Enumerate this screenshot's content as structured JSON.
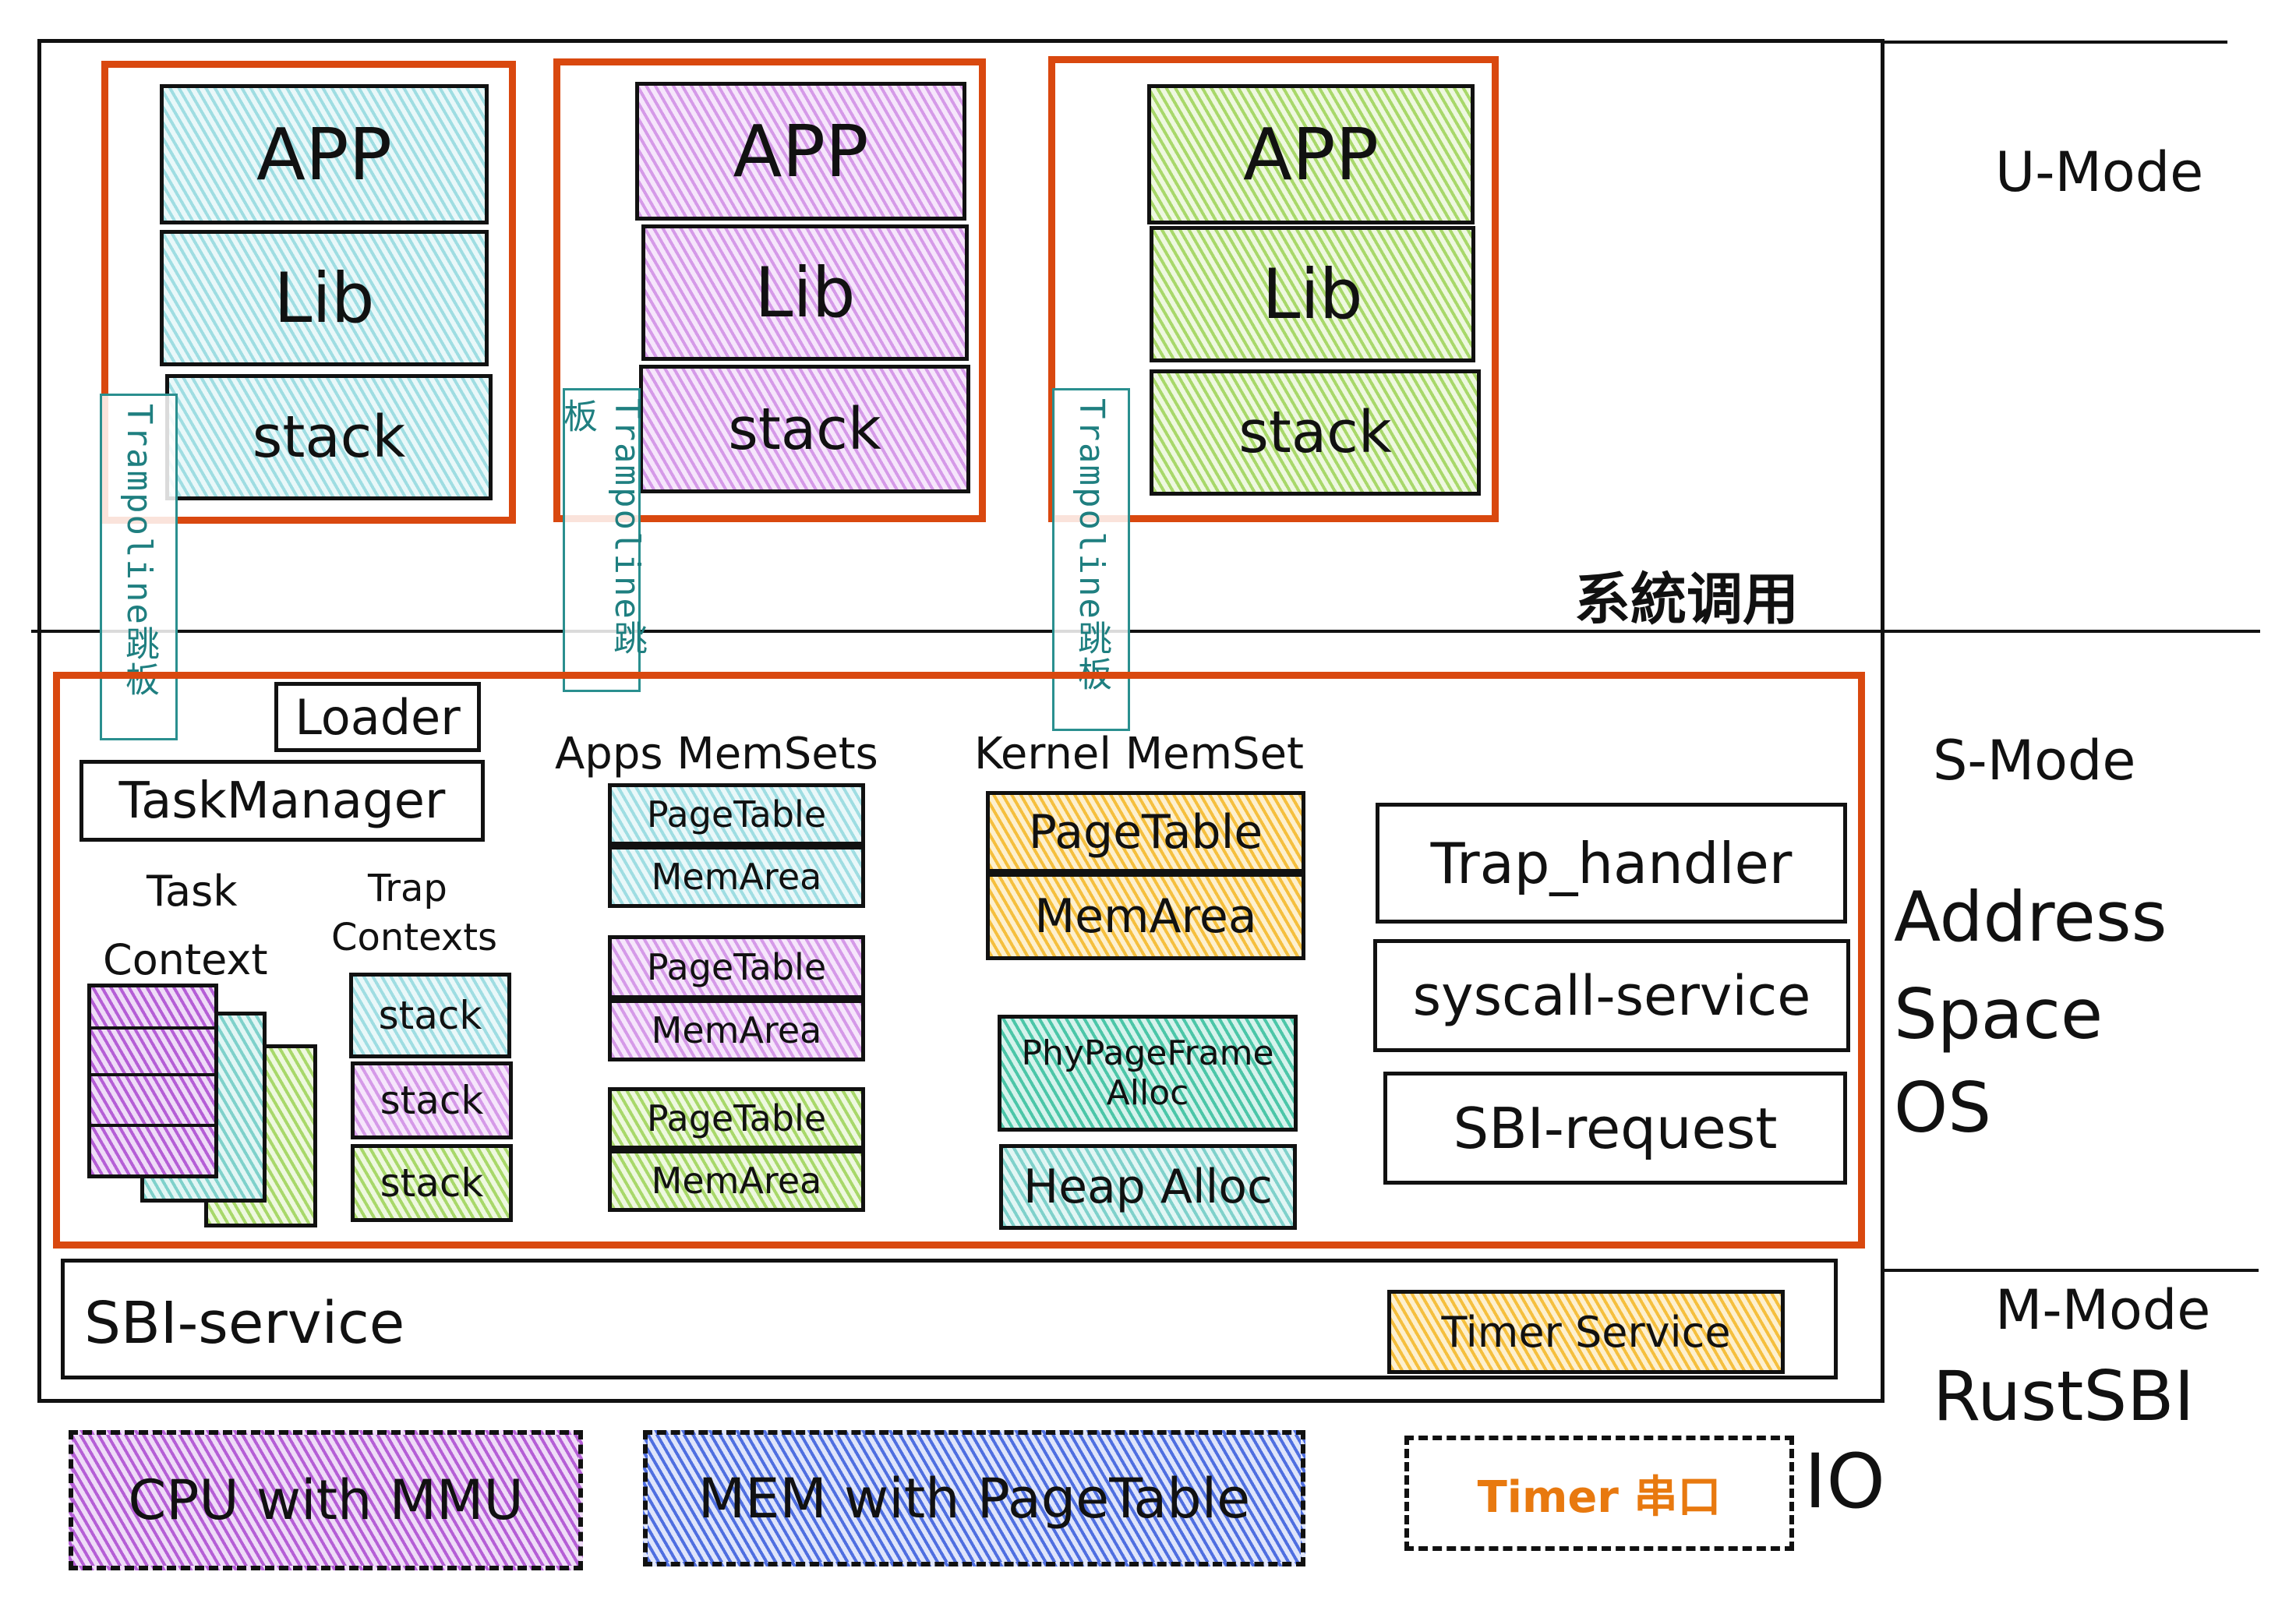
{
  "u_mode": {
    "label": "U-Mode",
    "syscall_label": "系統调用",
    "apps": [
      {
        "app": "APP",
        "lib": "Lib",
        "stack": "stack",
        "trampoline": "Trampoline跳板"
      },
      {
        "app": "APP",
        "lib": "Lib",
        "stack": "stack",
        "trampoline": "Trampoline跳板"
      },
      {
        "app": "APP",
        "lib": "Lib",
        "stack": "stack",
        "trampoline": "Trampoline跳板"
      }
    ]
  },
  "s_mode": {
    "label": "S-Mode",
    "os_label_1": "Address",
    "os_label_2": "Space",
    "os_label_3": "OS",
    "loader": "Loader",
    "task_manager": "TaskManager",
    "task_context_1": "Task",
    "task_context_2": "Context",
    "trap_contexts_1": "Trap",
    "trap_contexts_2": "Contexts",
    "trap_stacks": [
      "stack",
      "stack",
      "stack"
    ],
    "apps_memsets": {
      "title": "Apps MemSets",
      "sets": [
        {
          "page_table": "PageTable",
          "mem_area": "MemArea"
        },
        {
          "page_table": "PageTable",
          "mem_area": "MemArea"
        },
        {
          "page_table": "PageTable",
          "mem_area": "MemArea"
        }
      ]
    },
    "kernel_memset": {
      "title": "Kernel MemSet",
      "page_table": "PageTable",
      "mem_area": "MemArea"
    },
    "phy_page_frame_1": "PhyPageFrame",
    "phy_page_frame_2": "Alloc",
    "heap_alloc": "Heap Alloc",
    "services": [
      "Trap_handler",
      "syscall-service",
      "SBI-request"
    ]
  },
  "m_mode": {
    "label_1": "M-Mode",
    "label_2": "RustSBI",
    "sbi_service": "SBI-service",
    "timer_service": "Timer Service"
  },
  "io": {
    "label": "IO",
    "cpu": "CPU with MMU",
    "mem": "MEM with PageTable",
    "timer": "Timer 串口"
  },
  "colors": {
    "frame_orange": "#d9480f",
    "cyan": "#9fdde2",
    "purple": "#d59ae8",
    "green": "#a8d86a",
    "orange": "#f5bf3e",
    "teal": "#4cc6a8",
    "blue": "#4f6fe0",
    "timer_text": "#e8790f",
    "trampoline": "#1f7f80"
  }
}
